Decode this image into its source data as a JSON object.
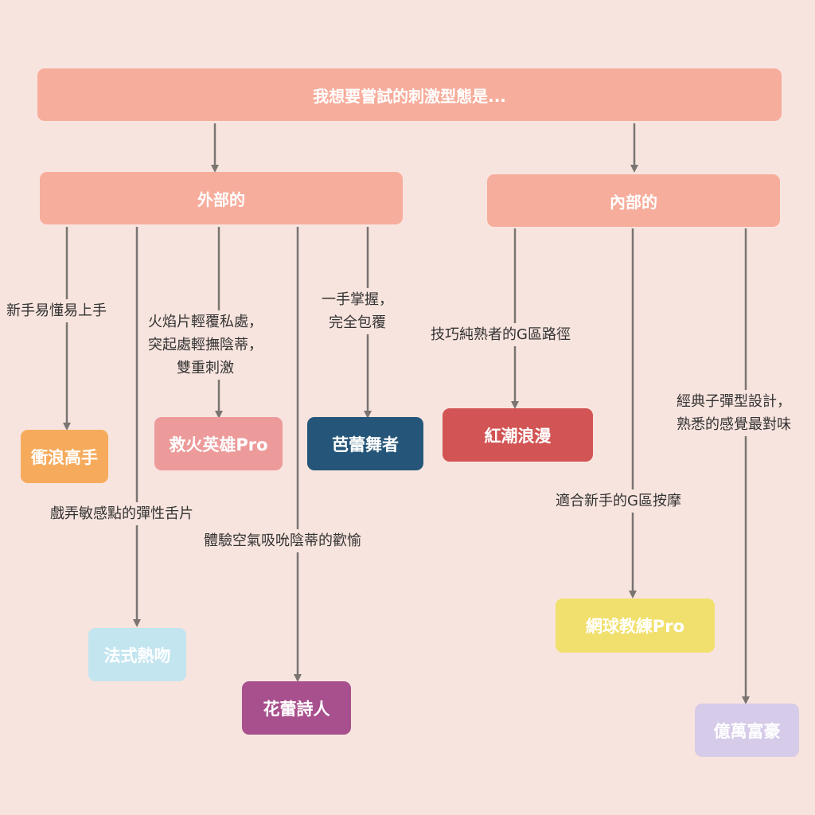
{
  "root": {
    "title": "我想要嘗試的刺激型態是..."
  },
  "branches": {
    "external": "外部的",
    "internal": "內部的"
  },
  "colors": {
    "background": "#f8e4de",
    "header": "#f7ad9c",
    "arrow": "#7a7472",
    "surfer": "#f6ab5c",
    "firefighter": "#ec9a9a",
    "ballet": "#255679",
    "redtide": "#d25454",
    "frenchkiss": "#c2e5ef",
    "poet": "#a8508d",
    "tennis": "#f1e06d",
    "millionaire": "#d6cbe8"
  },
  "products": {
    "surfer": "衝浪高手",
    "firefighter": "救火英雄Pro",
    "ballet": "芭蕾舞者",
    "redtide": "紅潮浪漫",
    "frenchkiss": "法式熱吻",
    "poet": "花蕾詩人",
    "tennis": "網球教練Pro",
    "millionaire": "億萬富豪"
  },
  "labels": {
    "beginner": "新手易懂易上手",
    "flame": [
      "火焰片輕覆私處，",
      "突起處輕撫陰蒂，",
      "雙重刺激"
    ],
    "grip": [
      "一手掌握，",
      "完全包覆"
    ],
    "gspot_skilled": "技巧純熟者的G區路徑",
    "classic": [
      "經典子彈型設計，",
      "熟悉的感覺最對味"
    ],
    "tongue": "戲弄敏感點的彈性舌片",
    "airsuction": "體驗空氣吸吮陰蒂的歡愉",
    "gspot_beginner": "適合新手的G區按摩"
  }
}
